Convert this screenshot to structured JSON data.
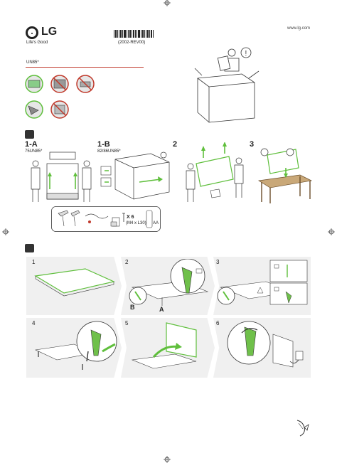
{
  "header": {
    "brand": "LG",
    "tagline": "Life's Good",
    "website": "www.lg.com",
    "barcode_code": "(2002-REV00)"
  },
  "model": {
    "label": "UN85*"
  },
  "steps_top": [
    {
      "number": "1-A",
      "models": "75UN85*"
    },
    {
      "number": "1-B",
      "models": "82/86UN85*"
    },
    {
      "number": "2",
      "models": ""
    },
    {
      "number": "3",
      "models": ""
    }
  ],
  "accessories": {
    "screws_count": "X 6",
    "screws_size": "(M4 x L30)",
    "battery_label": "AA"
  },
  "steps_bottom": [
    {
      "number": "1"
    },
    {
      "number": "2"
    },
    {
      "number": "3"
    },
    {
      "number": "4"
    },
    {
      "number": "5"
    },
    {
      "number": "6"
    }
  ],
  "callouts": {
    "b": "B",
    "a": "A"
  },
  "colors": {
    "accent_green": "#5fbf3c",
    "warning_red": "#c0392b",
    "panel_gray": "#f0f0f0"
  }
}
